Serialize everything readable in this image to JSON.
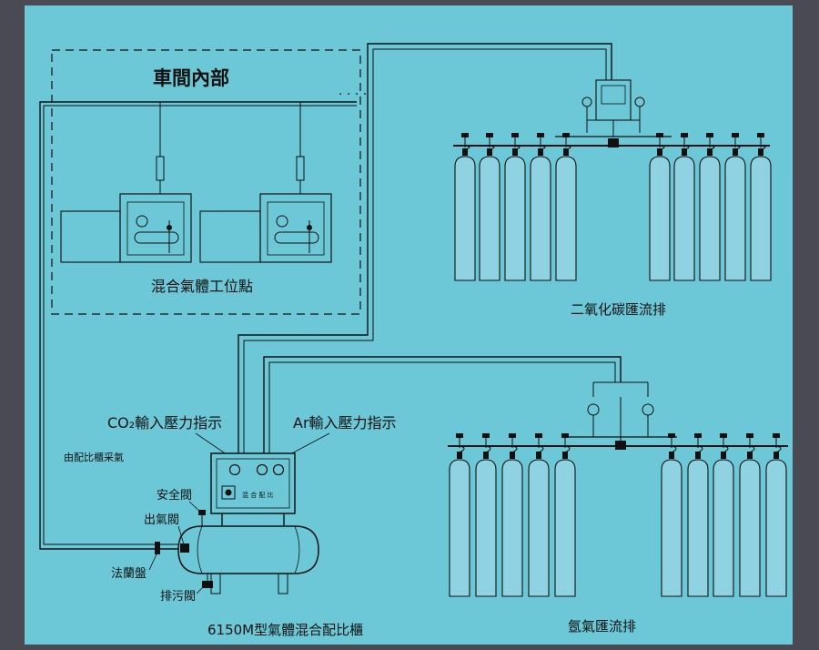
{
  "colors": {
    "frame": "#4a4a55",
    "background": "#6cc7d6",
    "line": "#111111",
    "bottle_fill": "#8fd3e2"
  },
  "labels": {
    "workshop_interior": "車間內部",
    "workstations": "混合氣體工位點",
    "co2_manifold": "二氧化碳匯流排",
    "ar_manifold": "氬氣匯流排",
    "co2_gauge": "CO₂輸入壓力指示",
    "ar_gauge": "Ar輸入壓力指示",
    "supply_note": "由配比櫃采氣",
    "safety_valve": "安全閥",
    "outlet_valve": "出氣閥",
    "flange": "法蘭盤",
    "drain_valve": "排污閥",
    "cabinet": "6150M型氣體混合配比櫃",
    "cabinet_text": "混 合 配 比"
  },
  "icons": {
    "gas_cylinder": "gas-cylinder-icon",
    "pressure_gauge": "pressure-gauge-icon",
    "valve": "valve-icon"
  }
}
